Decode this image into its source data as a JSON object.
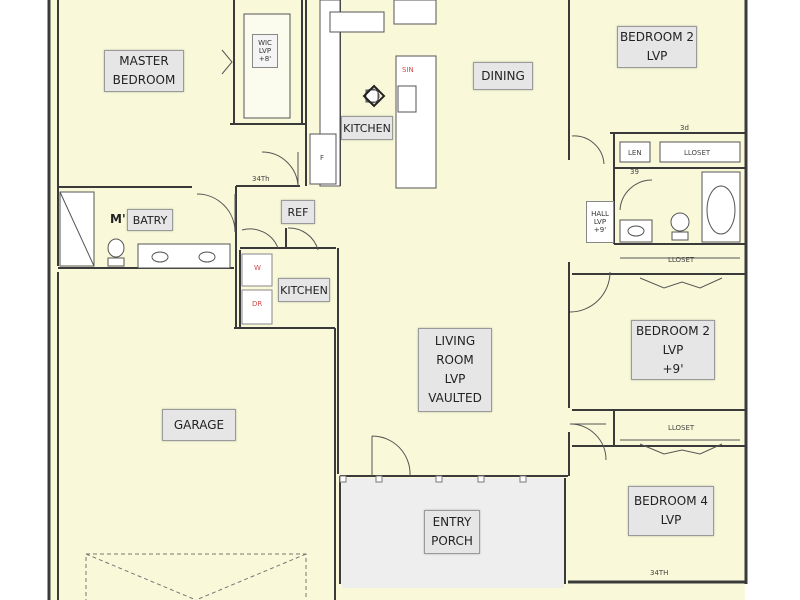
{
  "colors": {
    "floor": "#f9f9da",
    "wall": "#3a3a3a",
    "label_bg": "#e6e6e6",
    "porch": "#eeeeee",
    "fixture": "#ffffff",
    "accent": "#d04a4a"
  },
  "rooms": {
    "master_bedroom": [
      "MASTER",
      "BEDROOM"
    ],
    "wic": [
      "WIC",
      "LVP",
      "+8'"
    ],
    "kitchen_upper": "KITCHEN",
    "dining": "DINING",
    "bedroom2_top": [
      "BEDROOM 2",
      "LVP"
    ],
    "master_bath": "BATRY",
    "master_bath_prefix": "M'",
    "ref": "REF",
    "hall": [
      "HALL",
      "LVP",
      "+9'"
    ],
    "laundry": "KITCHEN",
    "living_room": [
      "LIVING",
      "ROOM",
      "LVP",
      "VAULTED"
    ],
    "bedroom2_mid": [
      "BEDROOM 2",
      "LVP",
      "+9'"
    ],
    "garage": "GARAGE",
    "entry_porch": [
      "ENTRY",
      "PORCH"
    ],
    "bedroom4": [
      "BEDROOM 4",
      "LVP"
    ]
  },
  "annotations": {
    "dim_34th_top": "34Th",
    "dim_34th_bottom": "34TH",
    "closet_a": "LLOSET",
    "closet_b": "LLOSET",
    "closet_c": "LLOSET",
    "linen": "LEN",
    "three_a": "3d",
    "swing_39": "39",
    "washer_w": "W",
    "dryer_dr": "DR",
    "sink_mark": "SIN",
    "oven_f": "F"
  }
}
